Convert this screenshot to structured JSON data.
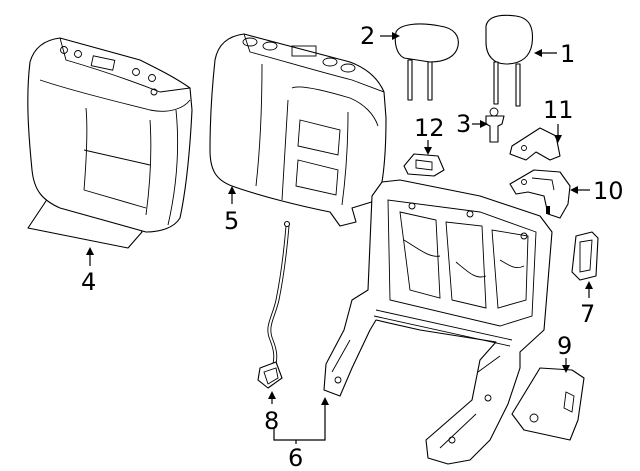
{
  "diagram": {
    "parts": [
      {
        "id": "p1",
        "label": "1",
        "component": "headrest-right"
      },
      {
        "id": "p2",
        "label": "2",
        "component": "headrest-left"
      },
      {
        "id": "p3",
        "label": "3",
        "component": "headrest-guide"
      },
      {
        "id": "p4",
        "label": "4",
        "component": "seat-back-cover"
      },
      {
        "id": "p5",
        "label": "5",
        "component": "seat-back-pad"
      },
      {
        "id": "p6",
        "label": "6",
        "component": "seat-back-frame"
      },
      {
        "id": "p7",
        "label": "7",
        "component": "latch-bezel"
      },
      {
        "id": "p8",
        "label": "8",
        "component": "release-cable"
      },
      {
        "id": "p9",
        "label": "9",
        "component": "side-trim-panel"
      },
      {
        "id": "p10",
        "label": "10",
        "component": "latch-assembly"
      },
      {
        "id": "p11",
        "label": "11",
        "component": "bracket"
      },
      {
        "id": "p12",
        "label": "12",
        "component": "cover-cap"
      }
    ],
    "colors": {
      "line": "#000000",
      "background": "#ffffff"
    }
  }
}
